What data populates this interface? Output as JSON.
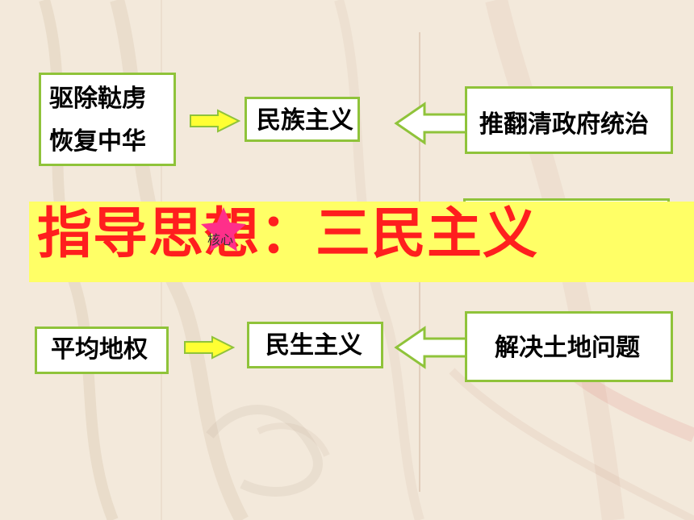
{
  "left": {
    "top_line1": "驱除鞑虏",
    "top_line2": "恢复中华",
    "bottom": "平均地权"
  },
  "middle": {
    "top": "民族主义",
    "bottom": "民生主义"
  },
  "right": {
    "top": "推翻清政府统治",
    "bottom": "解决土地问题"
  },
  "banner": {
    "title": "指导思想：三民主义",
    "core_label": "核心"
  },
  "colors": {
    "box_border": "#8fc33a",
    "banner_bg": "#ffff66",
    "banner_text": "#ff1e1e",
    "arrow_fill": "#ffff33",
    "star": "#ff2f8a"
  },
  "icons": {
    "arrow_right": "right-arrow-icon",
    "arrow_left": "left-arrow-icon",
    "star": "star-icon"
  }
}
